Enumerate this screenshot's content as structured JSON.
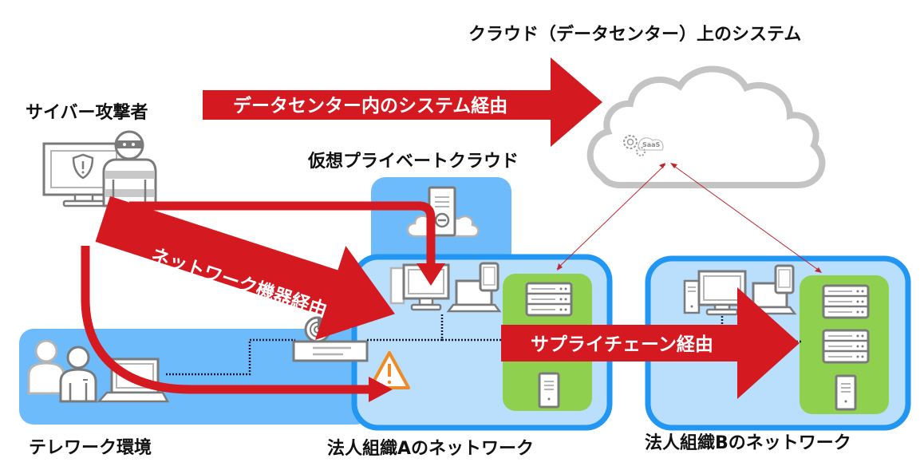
{
  "title": "クラウド（データセンター）上のシステム",
  "labels": {
    "attacker": "サイバー攻撃者",
    "virtual_private_cloud": "仮想プライベートクラウド",
    "telework": "テレワーク環境",
    "org_a_network": "法人組織Aのネットワーク",
    "org_b_network": "法人組織Bのネットワーク",
    "saas": "SaaS"
  },
  "attack_paths": [
    {
      "id": "datacenter",
      "label": "データセンター内のシステム経由"
    },
    {
      "id": "network_device",
      "label": "ネットワーク機器経由"
    },
    {
      "id": "supply_chain",
      "label": "サプライチェーン経由"
    }
  ],
  "colors": {
    "arrow_red": "#d51920",
    "zone_blue": "#6dbbfb",
    "network_fill": "#b9dffc",
    "network_border": "#2196f3",
    "server_green": "#8fd14f",
    "warning_orange": "#f08a24",
    "cloud_gray": "#c4c4c4",
    "icon_gray": "#7a7a7a"
  }
}
